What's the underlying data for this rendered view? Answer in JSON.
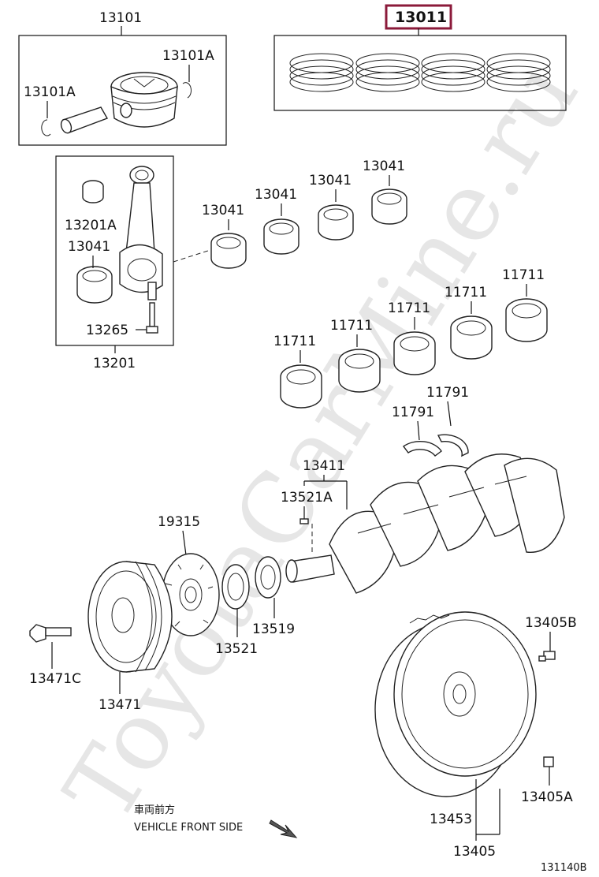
{
  "watermark": "ToyotaCarMine.ru",
  "highlight_color": "#8b1a3a",
  "labels": {
    "p13101": "13101",
    "p13011": "13011",
    "p13101A_right": "13101A",
    "p13101A_left": "13101A",
    "p13041_a": "13041",
    "p13041_b": "13041",
    "p13041_c": "13041",
    "p13041_d": "13041",
    "p13201A": "13201A",
    "p13041_e": "13041",
    "p13265": "13265",
    "p13201": "13201",
    "p11711_a": "11711",
    "p11711_b": "11711",
    "p11711_c": "11711",
    "p11711_d": "11711",
    "p11711_e": "11711",
    "p11791_a": "11791",
    "p11791_b": "11791",
    "p13411": "13411",
    "p13521A": "13521A",
    "p19315": "19315",
    "p13519": "13519",
    "p13521": "13521",
    "p13405B": "13405B",
    "p13471C": "13471C",
    "p13471": "13471",
    "p13453": "13453",
    "p13405A": "13405A",
    "p13405": "13405",
    "figure_code": "131140B"
  },
  "direction": {
    "jp": "車両前方",
    "en": "VEHICLE FRONT SIDE",
    "icon": "front-arrow-icon"
  }
}
